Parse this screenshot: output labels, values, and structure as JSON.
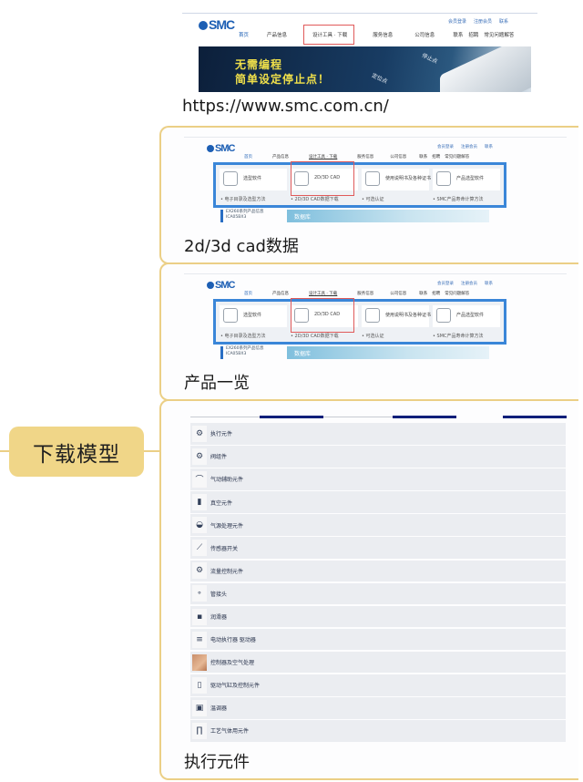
{
  "mindmap": {
    "root": {
      "label": "下载模型",
      "fill": "#F0D688",
      "line_color": "#EBCF86"
    },
    "topics": [
      {
        "caption": "https://www.smc.com.cn/",
        "screenshot": {
          "logo": "SMC",
          "nav": [
            "首页",
            "产品信息",
            "设计工具 · 下载",
            "服务信息",
            "公司信息",
            "联系",
            "招聘",
            "常见问题解答"
          ],
          "nav_highlighted": "设计工具 · 下载",
          "top_links": [
            "会员登录",
            "注册会员",
            "联系"
          ],
          "banner_lines": [
            "无需编程",
            "简单设定停止点！"
          ],
          "banner_tags": [
            "停止点",
            "定位点"
          ]
        }
      },
      {
        "caption": "2d/3d cad数据",
        "screenshot": {
          "logo": "SMC",
          "nav": [
            "首页",
            "产品信息",
            "设计工具 · 下载",
            "服务信息",
            "公司信息",
            "联系",
            "招聘",
            "常见问题解答"
          ],
          "menu_cards": [
            "选型软件",
            "2D/3D CAD",
            "使用说明书及各种证书",
            "产品选型软件"
          ],
          "menu_card_highlighted": "2D/3D CAD",
          "menu_sub_links": [
            "• 电子目录及选型方法",
            "• 2D/3D CAD数据下载",
            "• 可选认证",
            "• SMC产品寿命计算方法"
          ],
          "below_menu": [
            "EX260系列产品信息",
            "ICA05BX3"
          ],
          "below_banner": "数据库"
        }
      },
      {
        "caption": "产品一览",
        "screenshot": {
          "logo": "SMC",
          "nav": [
            "首页",
            "产品信息",
            "设计工具 · 下载",
            "服务信息",
            "公司信息",
            "联系",
            "招聘",
            "常见问题解答"
          ],
          "menu_cards": [
            "选型软件",
            "2D/3D CAD",
            "使用说明书及各种证书",
            "产品选型软件"
          ],
          "menu_card_highlighted": "2D/3D CAD",
          "menu_sub_links": [
            "• 电子目录及选型方法",
            "• 2D/3D CAD数据下载",
            "• 可选认证",
            "• SMC产品寿命计算方法"
          ],
          "below_menu": [
            "EX260系列产品信息",
            "ICA05BX3"
          ],
          "below_banner": "数据库"
        }
      },
      {
        "caption": "执行元件",
        "screenshot": {
          "tab_count": 3,
          "categories": [
            {
              "label": "执行元件",
              "icon": "actuator-icon"
            },
            {
              "label": "阀组件",
              "icon": "valve-icon"
            },
            {
              "label": "气动辅助元件",
              "icon": "pneumatic-accessory-icon"
            },
            {
              "label": "真空元件",
              "icon": "vacuum-icon"
            },
            {
              "label": "气源处理元件",
              "icon": "air-prep-icon"
            },
            {
              "label": "传感器开关",
              "icon": "sensor-icon"
            },
            {
              "label": "流量控制元件",
              "icon": "flow-control-icon"
            },
            {
              "label": "管接头",
              "icon": "fitting-icon"
            },
            {
              "label": "润滑器",
              "icon": "lubricator-icon"
            },
            {
              "label": "电动执行器 驱动器",
              "icon": "electric-actuator-icon"
            },
            {
              "label": "控制器及空气处理",
              "icon": "controller-icon"
            },
            {
              "label": "驱动气缸及控制元件",
              "icon": "drive-cylinder-icon"
            },
            {
              "label": "温调器",
              "icon": "chiller-icon"
            },
            {
              "label": "工艺气体用元件",
              "icon": "process-gas-icon"
            }
          ]
        }
      }
    ]
  }
}
